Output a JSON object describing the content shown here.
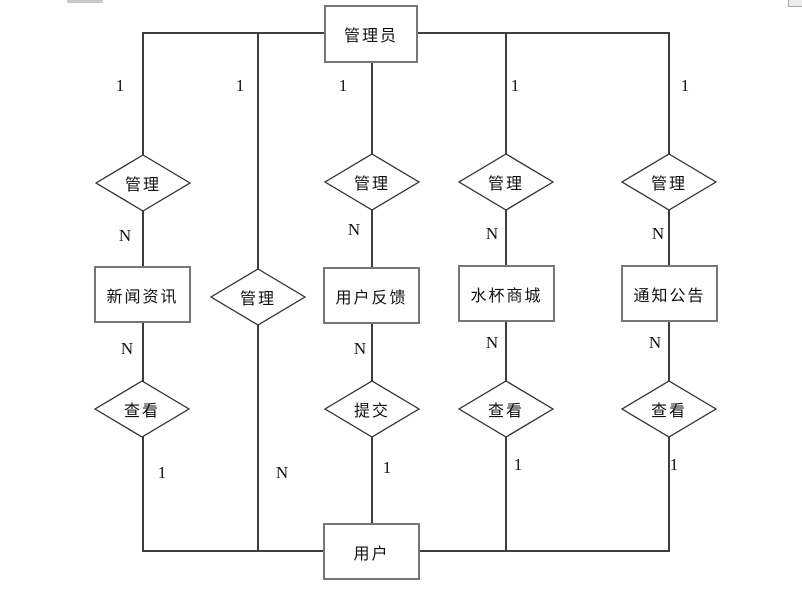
{
  "diagram": {
    "title": "admin-user-er-diagram",
    "entities": [
      {
        "id": "admin",
        "label": "管理员"
      },
      {
        "id": "news",
        "label": "新闻资讯"
      },
      {
        "id": "feedback",
        "label": "用户反馈"
      },
      {
        "id": "mall",
        "label": "水杯商城"
      },
      {
        "id": "notice",
        "label": "通知公告"
      },
      {
        "id": "user",
        "label": "用户"
      }
    ],
    "relationships": [
      {
        "id": "manage-news",
        "label": "管理"
      },
      {
        "id": "manage-user",
        "label": "管理"
      },
      {
        "id": "manage-feedback",
        "label": "管理"
      },
      {
        "id": "manage-mall",
        "label": "管理"
      },
      {
        "id": "manage-notice",
        "label": "管理"
      },
      {
        "id": "view-news",
        "label": "查看"
      },
      {
        "id": "submit-feedback",
        "label": "提交"
      },
      {
        "id": "view-mall",
        "label": "查看"
      },
      {
        "id": "view-notice",
        "label": "查看"
      }
    ],
    "cardinalities": {
      "top": [
        "1",
        "1",
        "1",
        "1",
        "1"
      ],
      "upper_n": [
        "N",
        "N",
        "N",
        "N"
      ],
      "mid_n": [
        "N",
        "N",
        "N",
        "N"
      ],
      "bottom": [
        "1",
        "N",
        "1",
        "1",
        "1"
      ]
    },
    "colors": {
      "line": "#3d3d3d",
      "entity_border": "#767676",
      "diamond_stroke": "#2f2f2f",
      "background": "#ffffff",
      "text": "#111111"
    }
  }
}
